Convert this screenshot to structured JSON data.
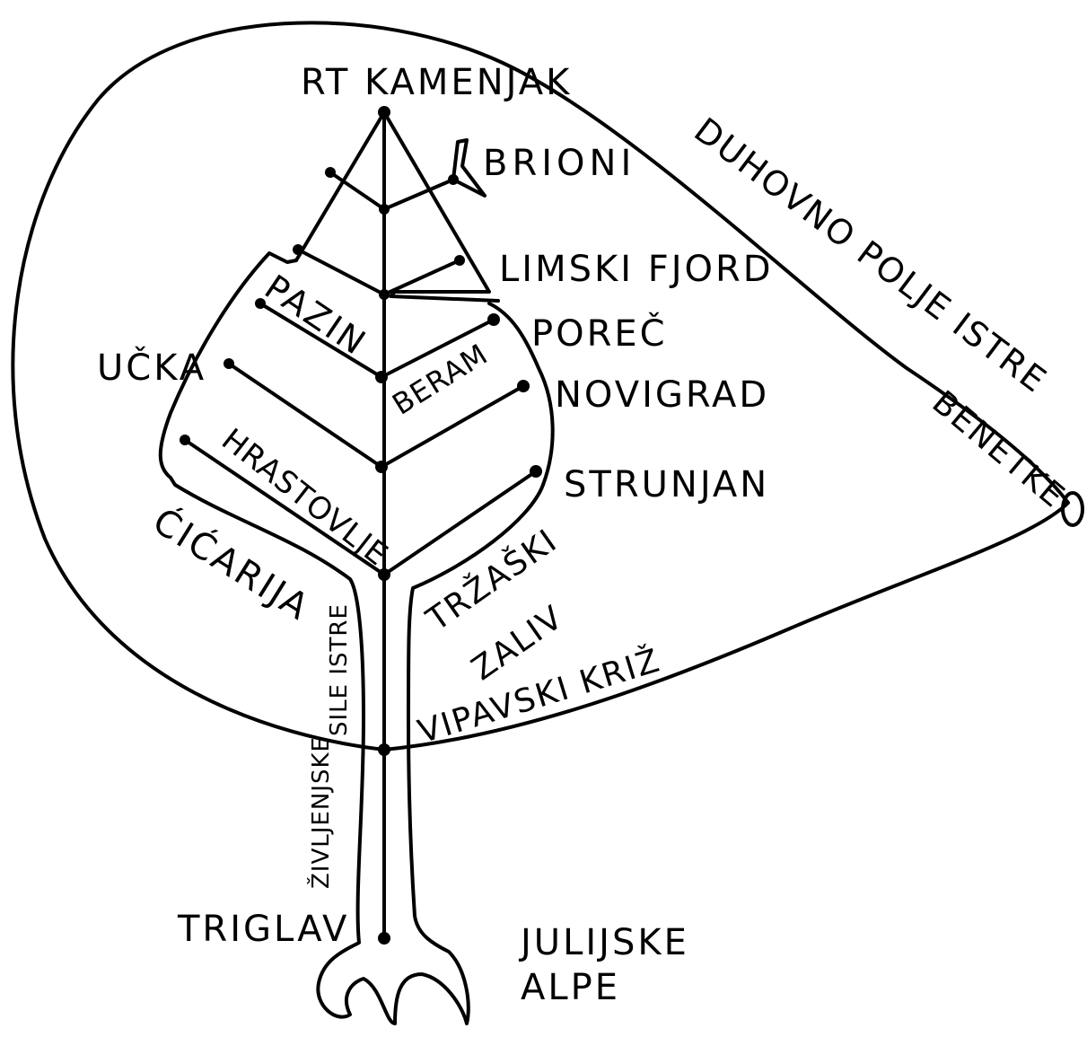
{
  "labels": {
    "rt_kamenjak": "RT KAMENJAK",
    "brioni": "BRIONI",
    "limski_fjord": "LIMSKI FJORD",
    "duhovno_polje": "DUHOVNO POLJE ISTRE",
    "pazin": "PAZIN",
    "porec": "POREČ",
    "ucka": "UČKA",
    "beram": "BERAM",
    "novigrad": "NOVIGRAD",
    "benetke": "BENETKE",
    "hrastovlje": "HRASTOVLJE",
    "strunjan": "STRUNJAN",
    "cicarija": "ĆIĆARIJA",
    "trzaski": "TRŽAŠKI",
    "zaliv": "ZALIV",
    "zivljenjske_sile_1": "ŽIVLJENJSKE",
    "zivljenjske_sile_2": "SILE ISTRE",
    "vipavski_kriz": "VIPAVSKI KRIŽ",
    "triglav": "TRIGLAV",
    "julijske": "JULIJSKE",
    "alpe": "ALPE"
  }
}
